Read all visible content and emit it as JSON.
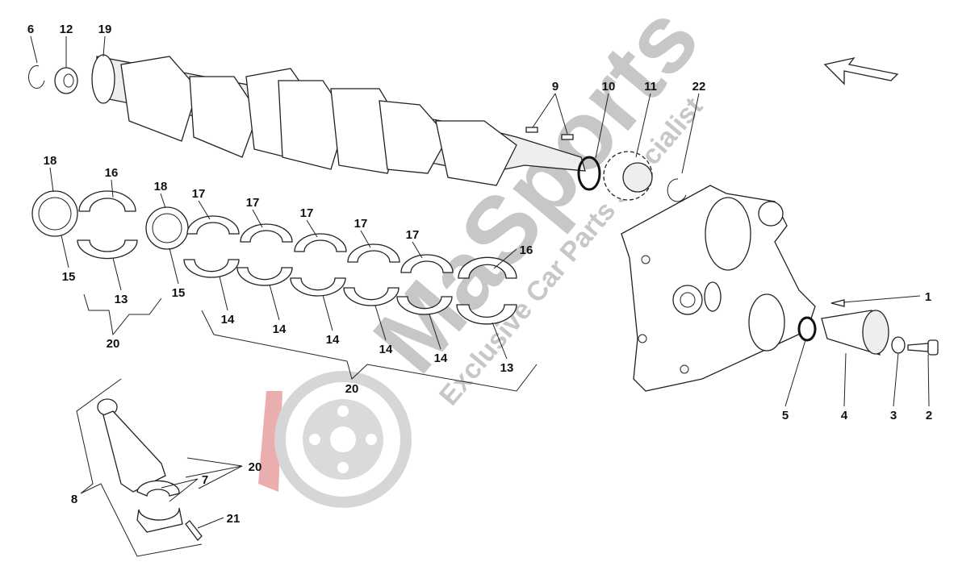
{
  "watermark": {
    "brand": "MaSports",
    "tagline": "Exclusive Car Parts Specialist"
  },
  "labels": {
    "p6": "6",
    "p12": "12",
    "p19": "19",
    "p9": "9",
    "p10": "10",
    "p11": "11",
    "p22": "22",
    "p18a": "18",
    "p16a": "16",
    "p18b": "18",
    "p17a": "17",
    "p17b": "17",
    "p17c": "17",
    "p17d": "17",
    "p17e": "17",
    "p16b": "16",
    "p15a": "15",
    "p13a": "13",
    "p15b": "15",
    "p20a": "20",
    "p14a": "14",
    "p14b": "14",
    "p14c": "14",
    "p14d": "14",
    "p14e": "14",
    "p13b": "13",
    "p20b": "20",
    "p1": "1",
    "p5": "5",
    "p4": "4",
    "p3": "3",
    "p2": "2",
    "p20c": "20",
    "p7": "7",
    "p8": "8",
    "p21": "21"
  },
  "colors": {
    "line": "#222222",
    "watermark": "#bdbdbd",
    "logo_red": "#e8a0a0"
  }
}
